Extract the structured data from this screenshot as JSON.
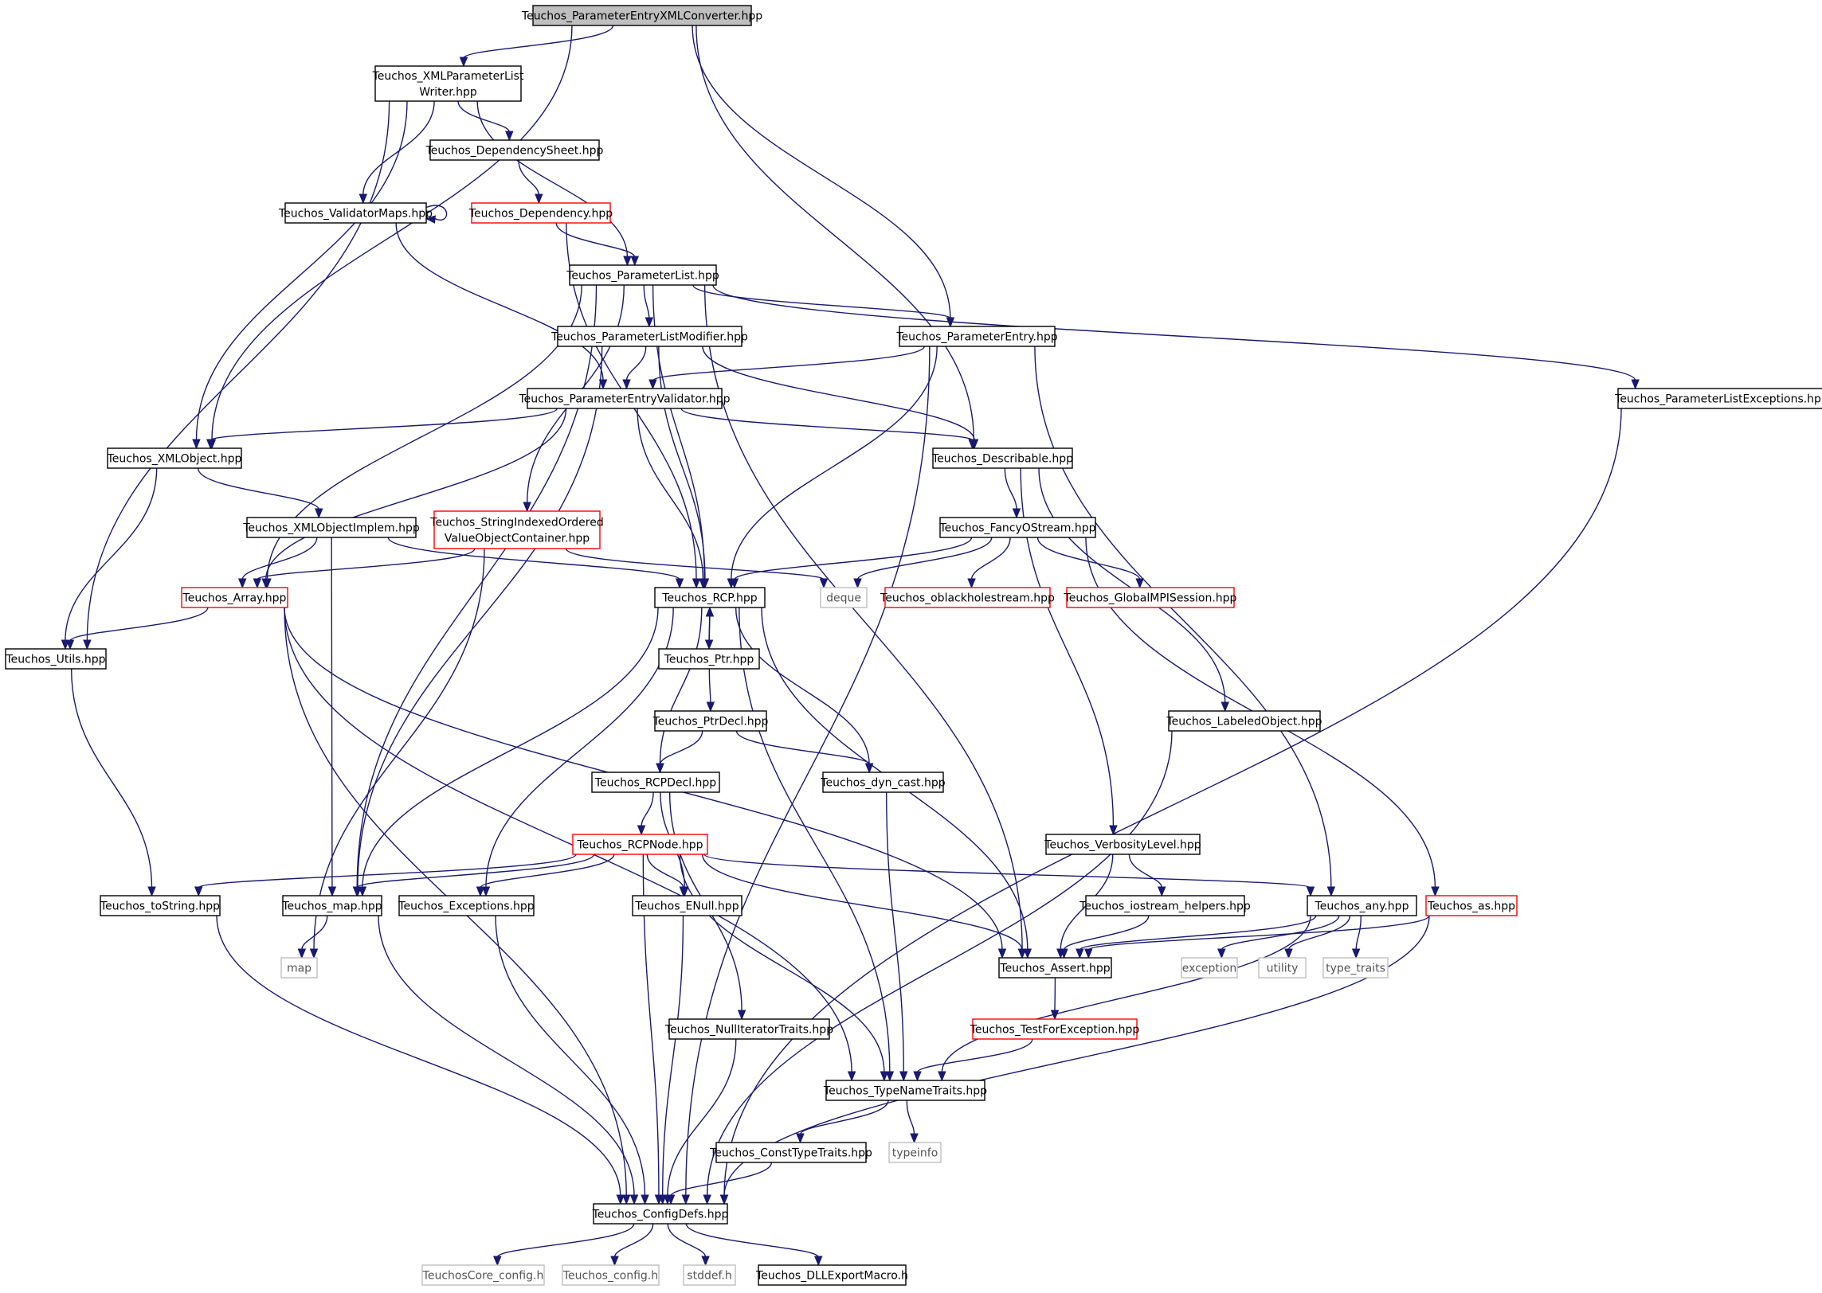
{
  "nodes": [
    {
      "id": "pexml",
      "lines": [
        "Teuchos_ParameterEntryXMLConverter.hpp"
      ],
      "kind": "root"
    },
    {
      "id": "xmlplw",
      "lines": [
        "Teuchos_XMLParameterList",
        "Writer.hpp"
      ],
      "kind": "normal"
    },
    {
      "id": "depsheet",
      "lines": [
        "Teuchos_DependencySheet.hpp"
      ],
      "kind": "normal"
    },
    {
      "id": "valmaps",
      "lines": [
        "Teuchos_ValidatorMaps.hpp"
      ],
      "kind": "normal"
    },
    {
      "id": "dep",
      "lines": [
        "Teuchos_Dependency.hpp"
      ],
      "kind": "red"
    },
    {
      "id": "plist",
      "lines": [
        "Teuchos_ParameterList.hpp"
      ],
      "kind": "normal"
    },
    {
      "id": "plmod",
      "lines": [
        "Teuchos_ParameterListModifier.hpp"
      ],
      "kind": "normal"
    },
    {
      "id": "pentry",
      "lines": [
        "Teuchos_ParameterEntry.hpp"
      ],
      "kind": "normal"
    },
    {
      "id": "plexc",
      "lines": [
        "Teuchos_ParameterListExceptions.hpp"
      ],
      "kind": "normal"
    },
    {
      "id": "pev",
      "lines": [
        "Teuchos_ParameterEntryValidator.hpp"
      ],
      "kind": "normal"
    },
    {
      "id": "xmlobj",
      "lines": [
        "Teuchos_XMLObject.hpp"
      ],
      "kind": "normal"
    },
    {
      "id": "describ",
      "lines": [
        "Teuchos_Describable.hpp"
      ],
      "kind": "normal"
    },
    {
      "id": "xmlimpl",
      "lines": [
        "Teuchos_XMLObjectImplem.hpp"
      ],
      "kind": "normal"
    },
    {
      "id": "sio",
      "lines": [
        "Teuchos_StringIndexedOrdered",
        "ValueObjectContainer.hpp"
      ],
      "kind": "red"
    },
    {
      "id": "fos",
      "lines": [
        "Teuchos_FancyOStream.hpp"
      ],
      "kind": "normal"
    },
    {
      "id": "array",
      "lines": [
        "Teuchos_Array.hpp"
      ],
      "kind": "red"
    },
    {
      "id": "rcp",
      "lines": [
        "Teuchos_RCP.hpp"
      ],
      "kind": "normal"
    },
    {
      "id": "deque",
      "lines": [
        "deque"
      ],
      "kind": "grey"
    },
    {
      "id": "obh",
      "lines": [
        "Teuchos_oblackholestream.hpp"
      ],
      "kind": "red"
    },
    {
      "id": "gmpi",
      "lines": [
        "Teuchos_GlobalMPISession.hpp"
      ],
      "kind": "red"
    },
    {
      "id": "utils",
      "lines": [
        "Teuchos_Utils.hpp"
      ],
      "kind": "normal"
    },
    {
      "id": "ptr",
      "lines": [
        "Teuchos_Ptr.hpp"
      ],
      "kind": "normal"
    },
    {
      "id": "ptrdecl",
      "lines": [
        "Teuchos_PtrDecl.hpp"
      ],
      "kind": "normal"
    },
    {
      "id": "labeled",
      "lines": [
        "Teuchos_LabeledObject.hpp"
      ],
      "kind": "normal"
    },
    {
      "id": "rcpdecl",
      "lines": [
        "Teuchos_RCPDecl.hpp"
      ],
      "kind": "normal"
    },
    {
      "id": "dyncast",
      "lines": [
        "Teuchos_dyn_cast.hpp"
      ],
      "kind": "normal"
    },
    {
      "id": "rcpnode",
      "lines": [
        "Teuchos_RCPNode.hpp"
      ],
      "kind": "red"
    },
    {
      "id": "verb",
      "lines": [
        "Teuchos_VerbosityLevel.hpp"
      ],
      "kind": "normal"
    },
    {
      "id": "tostr",
      "lines": [
        "Teuchos_toString.hpp"
      ],
      "kind": "normal"
    },
    {
      "id": "tmap",
      "lines": [
        "Teuchos_map.hpp"
      ],
      "kind": "normal"
    },
    {
      "id": "exc",
      "lines": [
        "Teuchos_Exceptions.hpp"
      ],
      "kind": "normal"
    },
    {
      "id": "enull",
      "lines": [
        "Teuchos_ENull.hpp"
      ],
      "kind": "normal"
    },
    {
      "id": "iosh",
      "lines": [
        "Teuchos_iostream_helpers.hpp"
      ],
      "kind": "normal"
    },
    {
      "id": "any",
      "lines": [
        "Teuchos_any.hpp"
      ],
      "kind": "normal"
    },
    {
      "id": "as",
      "lines": [
        "Teuchos_as.hpp"
      ],
      "kind": "red"
    },
    {
      "id": "map",
      "lines": [
        "map"
      ],
      "kind": "grey"
    },
    {
      "id": "tassert",
      "lines": [
        "Teuchos_Assert.hpp"
      ],
      "kind": "normal"
    },
    {
      "id": "exception",
      "lines": [
        "exception"
      ],
      "kind": "grey"
    },
    {
      "id": "utility",
      "lines": [
        "utility"
      ],
      "kind": "grey"
    },
    {
      "id": "ttraits",
      "lines": [
        "type_traits"
      ],
      "kind": "grey"
    },
    {
      "id": "tfe",
      "lines": [
        "Teuchos_TestForException.hpp"
      ],
      "kind": "red"
    },
    {
      "id": "nit",
      "lines": [
        "Teuchos_NullIteratorTraits.hpp"
      ],
      "kind": "normal"
    },
    {
      "id": "tnt",
      "lines": [
        "Teuchos_TypeNameTraits.hpp"
      ],
      "kind": "normal"
    },
    {
      "id": "ctt",
      "lines": [
        "Teuchos_ConstTypeTraits.hpp"
      ],
      "kind": "normal"
    },
    {
      "id": "typeinfo",
      "lines": [
        "typeinfo"
      ],
      "kind": "grey"
    },
    {
      "id": "cdefs",
      "lines": [
        "Teuchos_ConfigDefs.hpp"
      ],
      "kind": "normal"
    },
    {
      "id": "tccfg",
      "lines": [
        "TeuchosCore_config.h"
      ],
      "kind": "grey"
    },
    {
      "id": "tcfg",
      "lines": [
        "Teuchos_config.h"
      ],
      "kind": "grey"
    },
    {
      "id": "stddef",
      "lines": [
        "stddef.h"
      ],
      "kind": "grey"
    },
    {
      "id": "dll",
      "lines": [
        "Teuchos_DLLExportMacro.h"
      ],
      "kind": "normal"
    }
  ],
  "edges": [
    [
      "pexml",
      "xmlplw"
    ],
    [
      "pexml",
      "xmlobj"
    ],
    [
      "pexml",
      "pentry"
    ],
    [
      "pexml",
      "describ"
    ],
    [
      "xmlplw",
      "depsheet"
    ],
    [
      "xmlplw",
      "valmaps"
    ],
    [
      "xmlplw",
      "plist"
    ],
    [
      "xmlplw",
      "xmlobj"
    ],
    [
      "xmlplw",
      "utils"
    ],
    [
      "depsheet",
      "dep"
    ],
    [
      "valmaps",
      "valmaps"
    ],
    [
      "valmaps",
      "pev"
    ],
    [
      "dep",
      "plist"
    ],
    [
      "dep",
      "rcp"
    ],
    [
      "plist",
      "plmod"
    ],
    [
      "plist",
      "pentry"
    ],
    [
      "plist",
      "plexc"
    ],
    [
      "plist",
      "sio"
    ],
    [
      "plist",
      "array"
    ],
    [
      "plist",
      "tmap"
    ],
    [
      "plist",
      "rcp"
    ],
    [
      "plist",
      "tassert"
    ],
    [
      "plmod",
      "pev"
    ],
    [
      "plmod",
      "describ"
    ],
    [
      "plmod",
      "rcp"
    ],
    [
      "plmod",
      "tmap"
    ],
    [
      "pentry",
      "pev"
    ],
    [
      "pentry",
      "rcp"
    ],
    [
      "pentry",
      "any"
    ],
    [
      "pentry",
      "cdefs"
    ],
    [
      "plexc",
      "cdefs"
    ],
    [
      "pev",
      "xmlobj"
    ],
    [
      "pev",
      "describ"
    ],
    [
      "pev",
      "rcp"
    ],
    [
      "pev",
      "array"
    ],
    [
      "xmlobj",
      "xmlimpl"
    ],
    [
      "xmlobj",
      "utils"
    ],
    [
      "describ",
      "fos"
    ],
    [
      "describ",
      "labeled"
    ],
    [
      "describ",
      "verb"
    ],
    [
      "xmlimpl",
      "array"
    ],
    [
      "xmlimpl",
      "rcp"
    ],
    [
      "xmlimpl",
      "tmap"
    ],
    [
      "sio",
      "array"
    ],
    [
      "sio",
      "deque"
    ],
    [
      "sio",
      "map"
    ],
    [
      "fos",
      "rcp"
    ],
    [
      "fos",
      "deque"
    ],
    [
      "fos",
      "obh"
    ],
    [
      "fos",
      "gmpi"
    ],
    [
      "fos",
      "as"
    ],
    [
      "array",
      "utils"
    ],
    [
      "array",
      "tassert"
    ],
    [
      "array",
      "tnt"
    ],
    [
      "array",
      "cdefs"
    ],
    [
      "rcp",
      "ptr"
    ],
    [
      "rcp",
      "rcpdecl"
    ],
    [
      "rcp",
      "dyncast"
    ],
    [
      "rcp",
      "tmap"
    ],
    [
      "rcp",
      "exc"
    ],
    [
      "rcp",
      "tassert"
    ],
    [
      "rcp",
      "tnt"
    ],
    [
      "ptr",
      "ptrdecl"
    ],
    [
      "ptr",
      "rcp"
    ],
    [
      "ptrdecl",
      "rcpdecl"
    ],
    [
      "ptrdecl",
      "dyncast"
    ],
    [
      "utils",
      "tostr"
    ],
    [
      "labeled",
      "cdefs"
    ],
    [
      "rcpdecl",
      "rcpnode"
    ],
    [
      "rcpdecl",
      "enull"
    ],
    [
      "rcpdecl",
      "nit"
    ],
    [
      "dyncast",
      "tnt"
    ],
    [
      "rcpnode",
      "tostr"
    ],
    [
      "rcpnode",
      "tmap"
    ],
    [
      "rcpnode",
      "exc"
    ],
    [
      "rcpnode",
      "enull"
    ],
    [
      "rcpnode",
      "tassert"
    ],
    [
      "rcpnode",
      "any"
    ],
    [
      "rcpnode",
      "tnt"
    ],
    [
      "rcpnode",
      "cdefs"
    ],
    [
      "verb",
      "iosh"
    ],
    [
      "verb",
      "tassert"
    ],
    [
      "iosh",
      "tassert"
    ],
    [
      "any",
      "tassert"
    ],
    [
      "any",
      "exception"
    ],
    [
      "any",
      "utility"
    ],
    [
      "any",
      "ttraits"
    ],
    [
      "any",
      "tnt"
    ],
    [
      "as",
      "tassert"
    ],
    [
      "as",
      "cdefs"
    ],
    [
      "tostr",
      "cdefs"
    ],
    [
      "tmap",
      "map"
    ],
    [
      "tmap",
      "cdefs"
    ],
    [
      "exc",
      "cdefs"
    ],
    [
      "enull",
      "cdefs"
    ],
    [
      "tassert",
      "tfe"
    ],
    [
      "tfe",
      "tnt"
    ],
    [
      "nit",
      "cdefs"
    ],
    [
      "tnt",
      "ctt"
    ],
    [
      "tnt",
      "typeinfo"
    ],
    [
      "ctt",
      "cdefs"
    ],
    [
      "cdefs",
      "tccfg"
    ],
    [
      "cdefs",
      "tcfg"
    ],
    [
      "cdefs",
      "stddef"
    ],
    [
      "cdefs",
      "dll"
    ]
  ],
  "colors": {
    "edge": "#191970",
    "normal_border": "#000000",
    "red_border": "#ff0000",
    "grey_border": "#bfbfbf",
    "root_fill": "#bfbfbf",
    "fill": "#ffffff"
  }
}
